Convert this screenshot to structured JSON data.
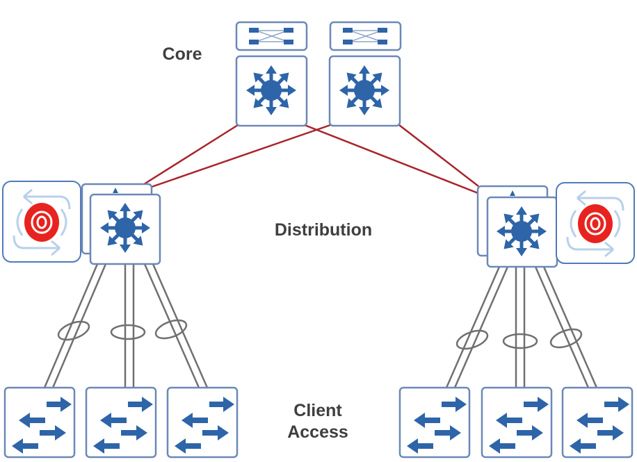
{
  "diagram": {
    "type": "hierarchical-campus-network",
    "layers": {
      "core": {
        "label": "Core"
      },
      "distribution": {
        "label": "Distribution"
      },
      "access": {
        "label": "Client Access"
      }
    },
    "access_label_lines": [
      "Client",
      "Access"
    ],
    "nodes": {
      "core": [
        {
          "id": "core-1",
          "kind": "layer3-switch",
          "module": "stack-module"
        },
        {
          "id": "core-2",
          "kind": "layer3-switch",
          "module": "stack-module"
        }
      ],
      "distribution": [
        {
          "id": "dist-left",
          "kind": "layer3-switch-pair",
          "attached": "loop-avoidance-target"
        },
        {
          "id": "dist-right",
          "kind": "layer3-switch-pair",
          "attached": "loop-avoidance-target"
        }
      ],
      "access": [
        {
          "id": "access-1",
          "kind": "layer2-switch",
          "uplink": "dist-left"
        },
        {
          "id": "access-2",
          "kind": "layer2-switch",
          "uplink": "dist-left"
        },
        {
          "id": "access-3",
          "kind": "layer2-switch",
          "uplink": "dist-left"
        },
        {
          "id": "access-4",
          "kind": "layer2-switch",
          "uplink": "dist-right"
        },
        {
          "id": "access-5",
          "kind": "layer2-switch",
          "uplink": "dist-right"
        },
        {
          "id": "access-6",
          "kind": "layer2-switch",
          "uplink": "dist-right"
        }
      ]
    },
    "links": {
      "core_to_distribution": [
        {
          "from": "core-1",
          "to": "dist-left"
        },
        {
          "from": "core-1",
          "to": "dist-right"
        },
        {
          "from": "core-2",
          "to": "dist-left"
        },
        {
          "from": "core-2",
          "to": "dist-right"
        }
      ],
      "distribution_to_access": [
        {
          "from": "dist-left",
          "to": "access-1",
          "type": "etherchannel"
        },
        {
          "from": "dist-left",
          "to": "access-2",
          "type": "etherchannel"
        },
        {
          "from": "dist-left",
          "to": "access-3",
          "type": "etherchannel"
        },
        {
          "from": "dist-right",
          "to": "access-4",
          "type": "etherchannel"
        },
        {
          "from": "dist-right",
          "to": "access-5",
          "type": "etherchannel"
        },
        {
          "from": "dist-right",
          "to": "access-6",
          "type": "etherchannel"
        }
      ]
    },
    "colors": {
      "icon_blue": "#2e64a8",
      "box_border": "#6b88b8",
      "core_link_red": "#a8242c",
      "access_link_gray": "#707070",
      "target_red": "#e8231f",
      "loop_arrow_light_blue": "#b8d0ea",
      "label_text": "#3f3f3f"
    }
  }
}
